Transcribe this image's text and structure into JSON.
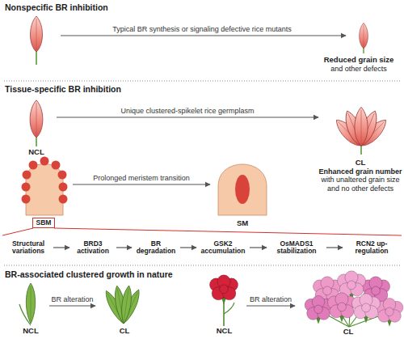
{
  "diagram": {
    "nodes": [
      {
        "text": [
          "Reduced grain size",
          "and other defects"
        ]
      },
      {
        "text": [
          "NCL"
        ]
      },
      {
        "text": [
          "CL",
          "Enhanced grain number",
          "with unaltered grain size and no other defects"
        ]
      },
      {
        "text": [
          "SBM"
        ]
      },
      {
        "text": [
          "SM"
        ]
      },
      {
        "text": [
          "Structural variations"
        ]
      },
      {
        "text": [
          "BRD3 activation"
        ]
      },
      {
        "text": [
          "BR degradation"
        ]
      },
      {
        "text": [
          "GSK2 accumulation"
        ]
      },
      {
        "text": [
          "OsMADS1 stabilization"
        ]
      },
      {
        "text": [
          "RCN2 up-regulation"
        ]
      },
      {
        "text": [
          "NCL"
        ]
      },
      {
        "text": [
          "CL"
        ]
      },
      {
        "text": [
          "NCL"
        ]
      },
      {
        "text": [
          "CL"
        ]
      }
    ],
    "edges": [
      {
        "from": 1,
        "to": 2,
        "arrow": "to",
        "label": "Unique clustered-spikelet rice germplasm"
      },
      {
        "from": 3,
        "to": 4,
        "arrow": "to",
        "label": "Prolonged meristem transition"
      },
      {
        "from": 5,
        "to": 6,
        "arrow": "to"
      },
      {
        "from": 6,
        "to": 7,
        "arrow": "to"
      },
      {
        "from": 7,
        "to": 8,
        "arrow": "to"
      },
      {
        "from": 8,
        "to": 9,
        "arrow": "to"
      },
      {
        "from": 9,
        "to": 10,
        "arrow": "to"
      },
      {
        "from": 11,
        "to": 12,
        "arrow": "to",
        "label": "BR alteration"
      },
      {
        "from": 13,
        "to": 14,
        "arrow": "to",
        "label": "BR alteration"
      }
    ],
    "labels": [
      "Nonspecific BR inhibition",
      "Typical BR synthesis or signaling defective rice mutants",
      "Tissue-specific BR inhibition",
      "BR-associated clustered growth in nature"
    ]
  }
}
